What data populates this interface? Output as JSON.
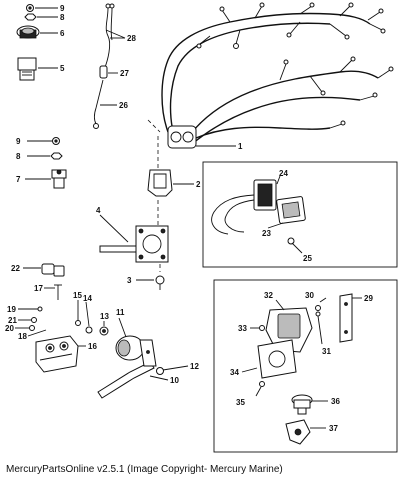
{
  "diagram": {
    "callouts": [
      {
        "id": "c9a",
        "text": "9"
      },
      {
        "id": "c8a",
        "text": "8"
      },
      {
        "id": "c6",
        "text": "6"
      },
      {
        "id": "c5",
        "text": "5"
      },
      {
        "id": "c9b",
        "text": "9"
      },
      {
        "id": "c8b",
        "text": "8"
      },
      {
        "id": "c7",
        "text": "7"
      },
      {
        "id": "c28",
        "text": "28"
      },
      {
        "id": "c27",
        "text": "27"
      },
      {
        "id": "c26",
        "text": "26"
      },
      {
        "id": "c1",
        "text": "1"
      },
      {
        "id": "c2",
        "text": "2"
      },
      {
        "id": "c24",
        "text": "24"
      },
      {
        "id": "c23",
        "text": "23"
      },
      {
        "id": "c25",
        "text": "25"
      },
      {
        "id": "c4",
        "text": "4"
      },
      {
        "id": "c3",
        "text": "3"
      },
      {
        "id": "c22",
        "text": "22"
      },
      {
        "id": "c17",
        "text": "17"
      },
      {
        "id": "c15",
        "text": "15"
      },
      {
        "id": "c14",
        "text": "14"
      },
      {
        "id": "c13",
        "text": "13"
      },
      {
        "id": "c11",
        "text": "11"
      },
      {
        "id": "c19",
        "text": "19"
      },
      {
        "id": "c21",
        "text": "21"
      },
      {
        "id": "c20",
        "text": "20"
      },
      {
        "id": "c18",
        "text": "18"
      },
      {
        "id": "c16",
        "text": "16"
      },
      {
        "id": "c12",
        "text": "12"
      },
      {
        "id": "c10",
        "text": "10"
      },
      {
        "id": "c32",
        "text": "32"
      },
      {
        "id": "c30",
        "text": "30"
      },
      {
        "id": "c29",
        "text": "29"
      },
      {
        "id": "c33",
        "text": "33"
      },
      {
        "id": "c31",
        "text": "31"
      },
      {
        "id": "c34",
        "text": "34"
      },
      {
        "id": "c35",
        "text": "35"
      },
      {
        "id": "c36",
        "text": "36"
      },
      {
        "id": "c37",
        "text": "37"
      }
    ]
  },
  "footer": {
    "caption": "MercuryPartsOnline v2.5.1 (Image Copyright- Mercury Marine)"
  }
}
